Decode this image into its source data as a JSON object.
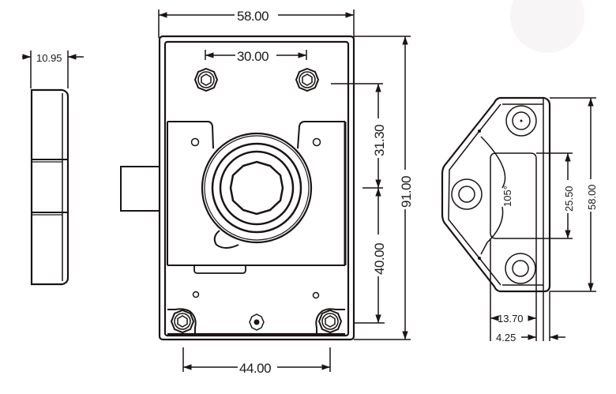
{
  "drawing": {
    "subject": "Cabinet lock technical drawing",
    "units": "mm",
    "views": {
      "side_view": {
        "dimensions": {
          "thickness": "10.95"
        }
      },
      "front_view": {
        "dimensions": {
          "overall_width": "58.00",
          "top_screw_spacing": "30.00",
          "bottom_screw_spacing": "44.00",
          "overall_height": "91.00",
          "top_screw_to_cylinder": "31.30",
          "cylinder_to_bottom_screw": "40.00"
        }
      },
      "strike_plate_view": {
        "dimensions": {
          "height": "58.00",
          "opening_height": "25.50",
          "angle": "105°",
          "depth": "13.70",
          "plate_thickness": "4.25"
        }
      }
    },
    "colors": {
      "line": "#1a1414",
      "background": "#ffffff",
      "watermark": "#f7f5f5"
    }
  }
}
